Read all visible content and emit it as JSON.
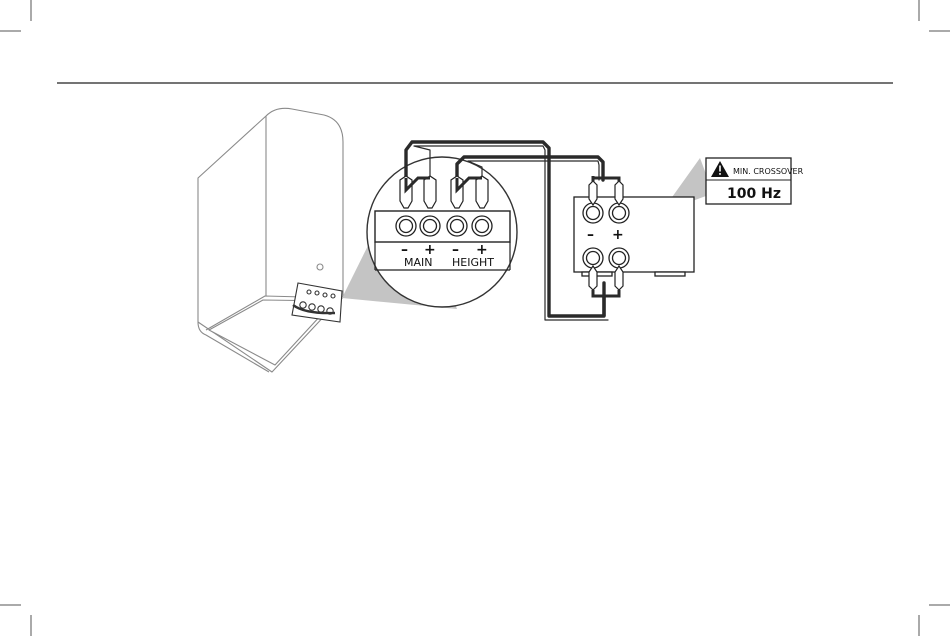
{
  "terminal_panel": {
    "polarity_main_neg": "–",
    "polarity_main_pos": "+",
    "polarity_height_neg": "–",
    "polarity_height_pos": "+",
    "label_main": "MAIN",
    "label_height": "HEIGHT"
  },
  "amplifier": {
    "polarity_neg": "–",
    "polarity_pos": "+"
  },
  "crossover_callout": {
    "title": "MIN. CROSSOVER",
    "value": "100 Hz"
  },
  "colors": {
    "line": "#333333",
    "light_line": "#8a8a8a",
    "callout_gray": "#bfbfbf",
    "cable_dark": "#2a2a2a"
  },
  "icons": [
    "warning-icon",
    "speaker-illustration",
    "amplifier-illustration"
  ]
}
